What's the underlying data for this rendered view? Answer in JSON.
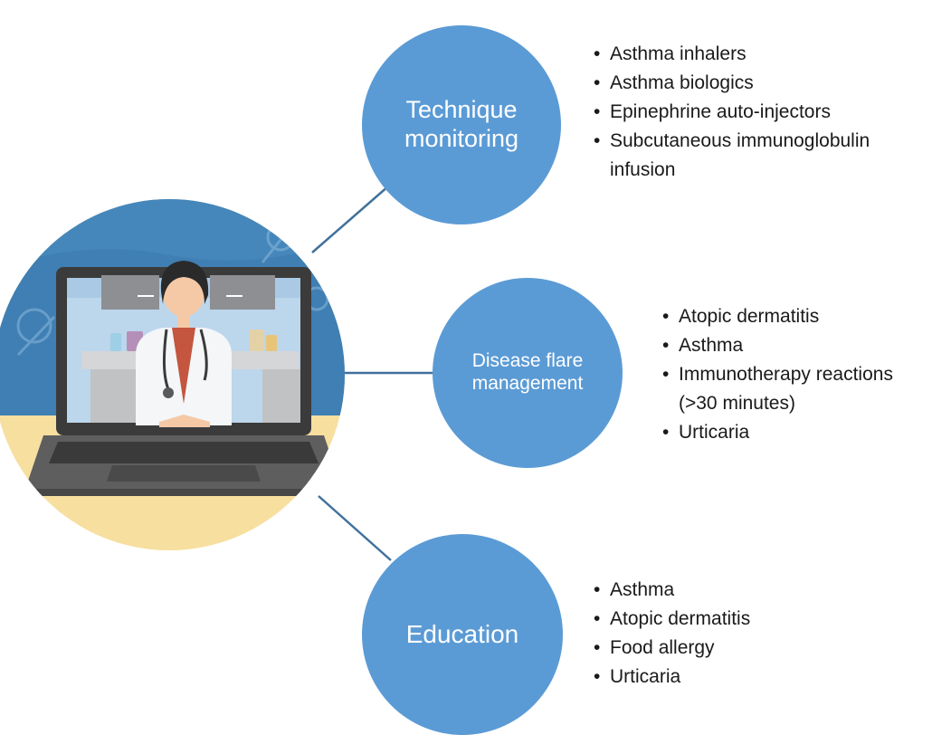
{
  "diagram": {
    "nodes": [
      {
        "lines": [
          "Technique",
          "monitoring"
        ]
      },
      {
        "lines": [
          "Disease flare",
          "management"
        ]
      },
      {
        "lines": [
          "Education"
        ]
      }
    ],
    "lists": [
      [
        "Asthma inhalers",
        "Asthma biologics",
        "Epinephrine auto-injectors",
        "Subcutaneous immunoglobulin infusion"
      ],
      [
        "Atopic dermatitis",
        "Asthma",
        "Immunotherapy reactions (>30 minutes)",
        "Urticaria"
      ],
      [
        "Asthma",
        "Atopic dermatitis",
        "Food allergy",
        "Urticaria"
      ]
    ]
  },
  "colors": {
    "node_fill": "#5b9bd5",
    "connector": "#41719c",
    "illustration_sky": "#3f7fb3",
    "illustration_floor": "#f7dfa0",
    "laptop_body": "#3b3b3b"
  },
  "illustration": {
    "icon": "telemedicine-doctor-laptop-icon"
  }
}
